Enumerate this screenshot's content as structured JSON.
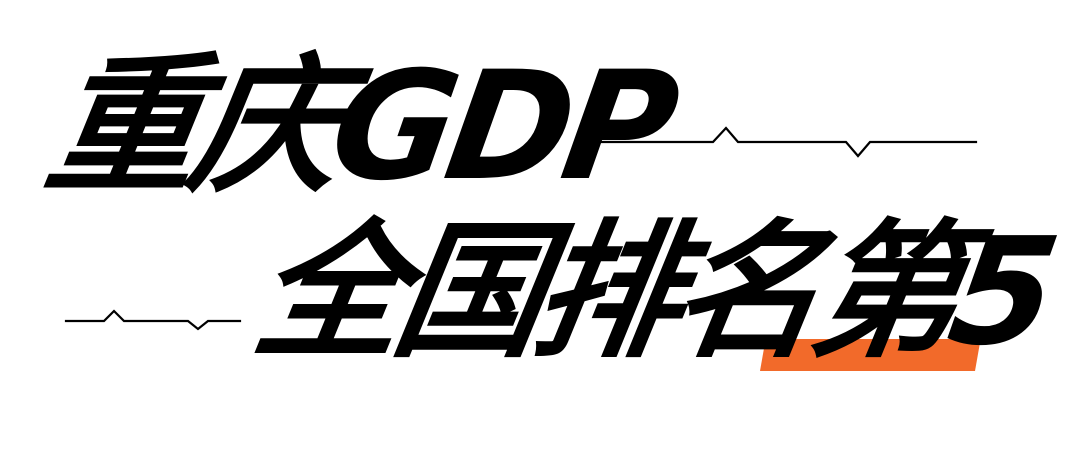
{
  "headline": {
    "line1": "重庆GDP",
    "line2": "全国排名第5"
  },
  "colors": {
    "text": "#000000",
    "accent": "#f26a2a",
    "background": "#ffffff"
  },
  "decorations": {
    "top_wave_icon": "wave-line-icon",
    "bottom_wave_icon": "wave-line-icon",
    "highlight": "orange-underline-highlight"
  }
}
